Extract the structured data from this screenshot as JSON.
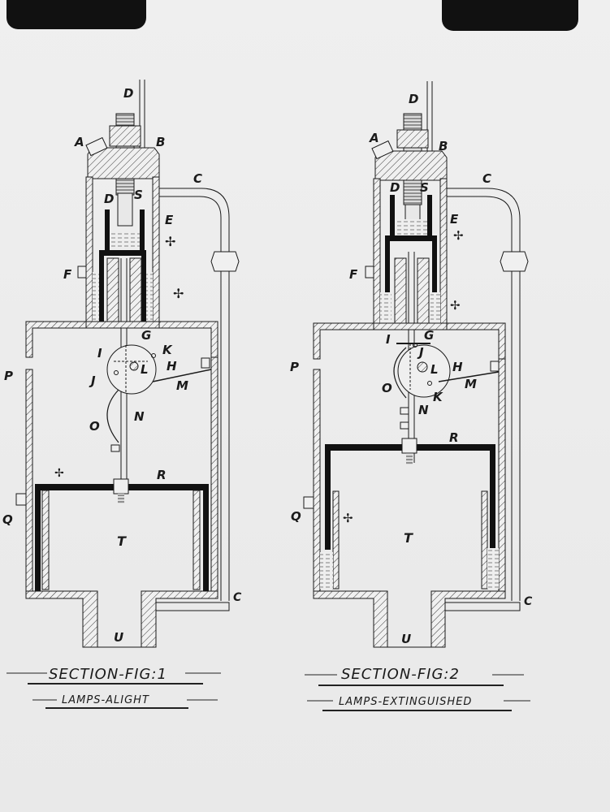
{
  "figures": [
    {
      "id": "fig1",
      "title": "SECTION-FIG:1",
      "subtitle": "LAMPS-ALIGHT",
      "labels": {
        "A": "A",
        "B": "B",
        "C": "C",
        "C2": "C",
        "D": "D",
        "D2": "D",
        "S": "S",
        "E": "E",
        "F": "F",
        "G": "G",
        "H": "H",
        "I": "I",
        "J": "J",
        "K": "K",
        "L": "L",
        "M": "M",
        "N": "N",
        "O": "O",
        "P": "P",
        "Q": "Q",
        "R": "R",
        "T": "T",
        "U": "U"
      },
      "markers": [
        "✢",
        "✢",
        "✢"
      ]
    },
    {
      "id": "fig2",
      "title": "SECTION-FIG:2",
      "subtitle": "LAMPS-EXTINGUISHED",
      "labels": {
        "A": "A",
        "B": "B",
        "C": "C",
        "C2": "C",
        "D": "D",
        "D2": "D",
        "S": "S",
        "E": "E",
        "F": "F",
        "G": "G",
        "H": "H",
        "I": "I",
        "J": "J",
        "K": "K",
        "L": "L",
        "M": "M",
        "N": "N",
        "O": "O",
        "P": "P",
        "Q": "Q",
        "R": "R",
        "T": "T",
        "U": "U"
      },
      "markers": [
        "✢",
        "✢",
        "✢"
      ]
    }
  ],
  "colors": {
    "paper": "#ececec",
    "ink": "#1a1a1a",
    "film_tab": "#111111"
  }
}
